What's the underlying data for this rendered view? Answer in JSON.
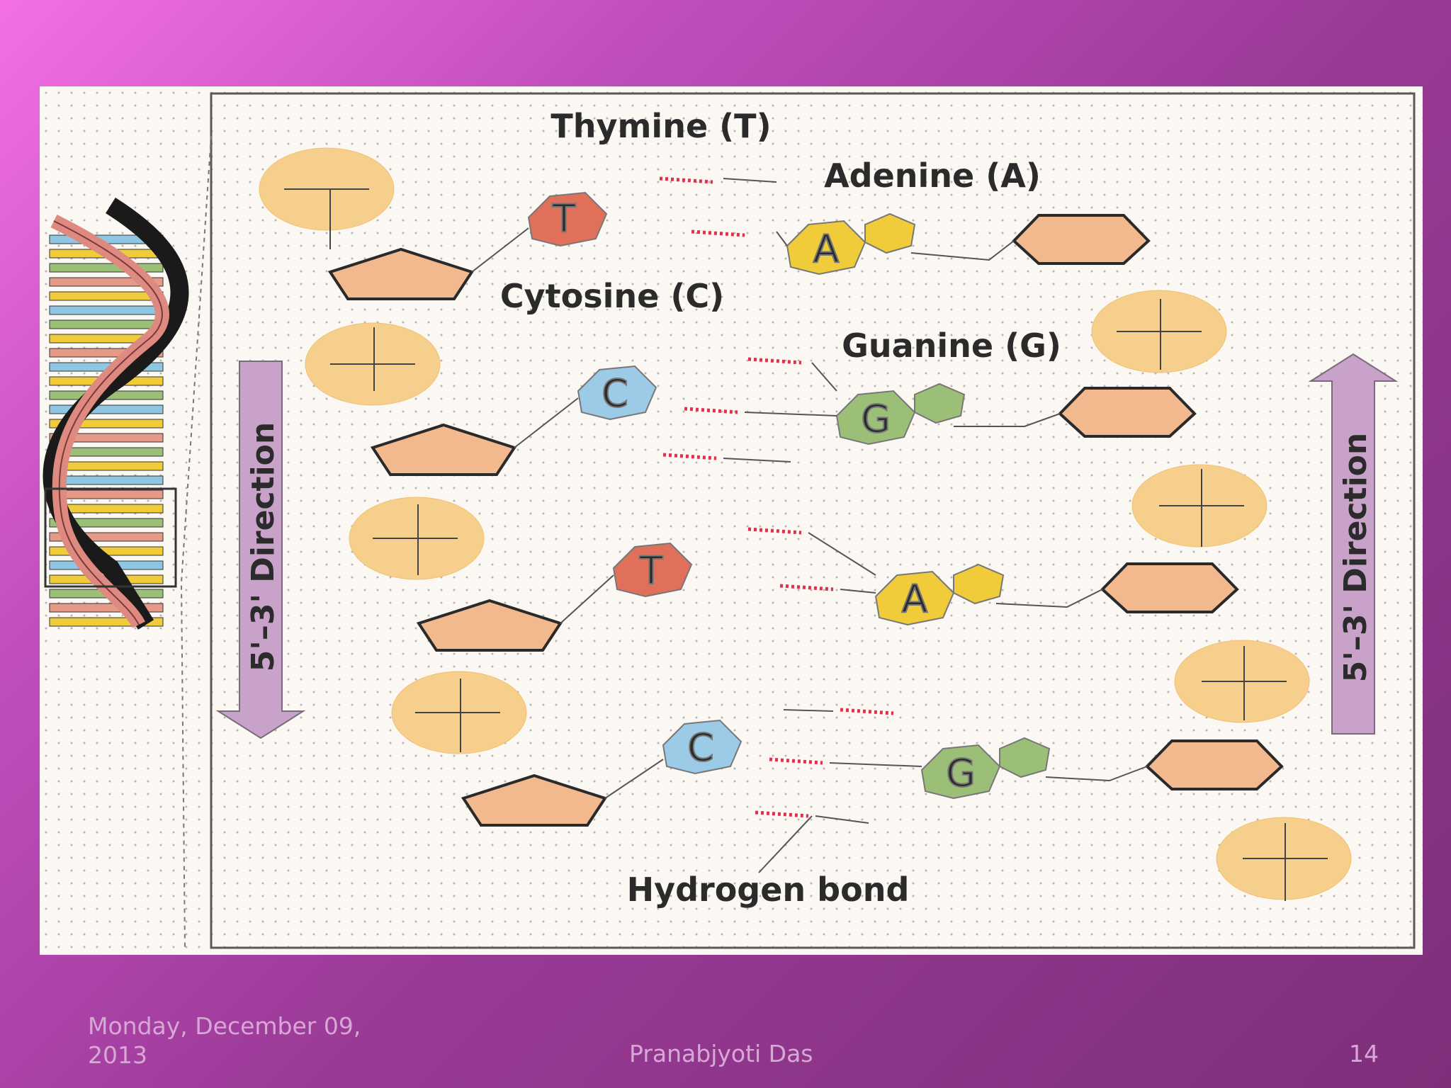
{
  "labels": {
    "thymine_top": "Thymine (T)",
    "adenine_top": "Adenine (A)",
    "cytosine": "Cytosine (C)",
    "guanine": "Guanine (G)",
    "hydrogen_bond": "Hydrogen bond",
    "direction_left": "5'–3' Direction",
    "direction_right": "5'–3' Direction"
  },
  "base_letters": [
    "T",
    "C",
    "T",
    "C",
    "A",
    "G",
    "A",
    "G"
  ],
  "footer": {
    "date": "Monday, December 09, 2013",
    "author": "Pranabjyoti Das",
    "page": "14"
  },
  "colors": {
    "thymine": "#e0705a",
    "cytosine": "#9ccbe8",
    "adenine": "#f0cb3a",
    "guanine": "#9cbf78",
    "sugar": "#f2b98e",
    "phosphate": "#f7cf8c",
    "arrow": "#c8a2c8",
    "hbond": "#e0304a"
  }
}
